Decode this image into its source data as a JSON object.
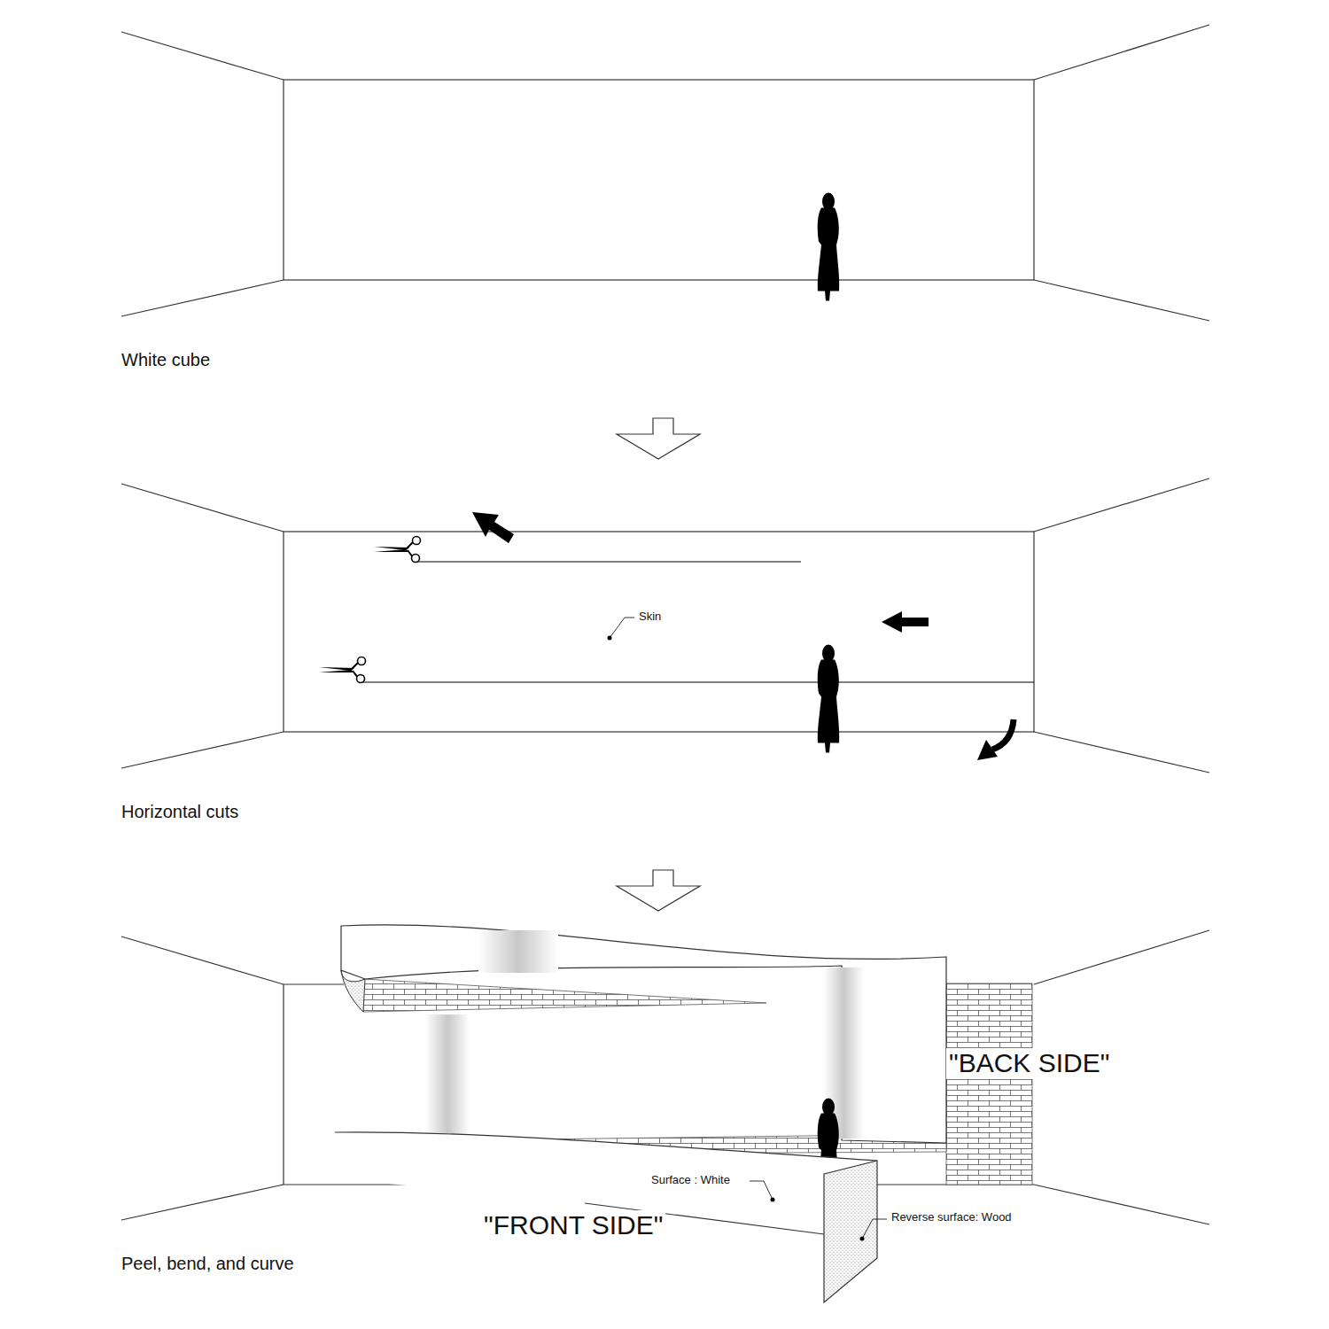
{
  "diagram": {
    "labels": [
      "White cube",
      "Skin",
      "Horizontal cuts",
      "\"BACK SIDE\"",
      "Surface : White",
      "\"FRONT SIDE\"",
      "Reverse surface: Wood",
      "Peel, bend, and curve"
    ]
  }
}
